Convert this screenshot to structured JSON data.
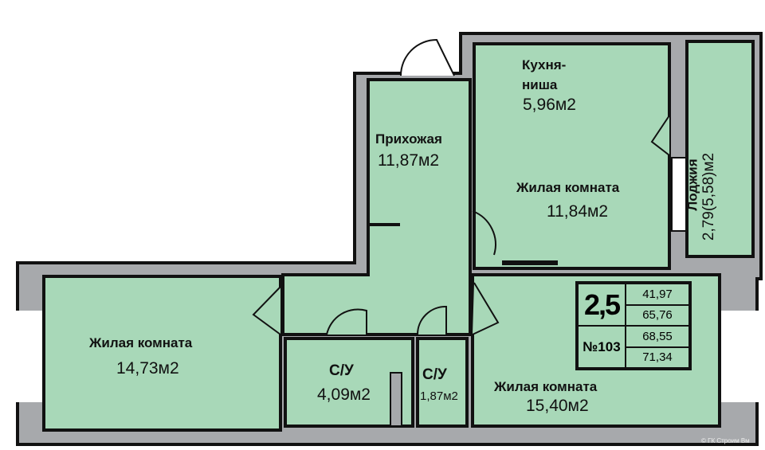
{
  "apartment": {
    "rooms_count": "2,5",
    "number": "№103",
    "areas": [
      "41,97",
      "65,76",
      "68,55",
      "71,34"
    ]
  },
  "rooms": [
    {
      "name": "Кухня-",
      "name2": "ниша",
      "area": "5,96м2"
    },
    {
      "name": "Прихожая",
      "area": "11,87м2"
    },
    {
      "name": "Жилая комната",
      "area": "11,84м2"
    },
    {
      "name": "Лоджия",
      "area": "2,79(5,58)м2"
    },
    {
      "name": "Жилая комната",
      "area": "14,73м2"
    },
    {
      "name": "С/У",
      "area": "4,09м2"
    },
    {
      "name": "С/У",
      "area": "1,87м2"
    },
    {
      "name": "Жилая комната",
      "area": "15,40м2"
    }
  ],
  "watermark": "© ГК Строим Вм",
  "colors": {
    "room": "#a8d8b8",
    "wall": "#a7a9ac"
  }
}
